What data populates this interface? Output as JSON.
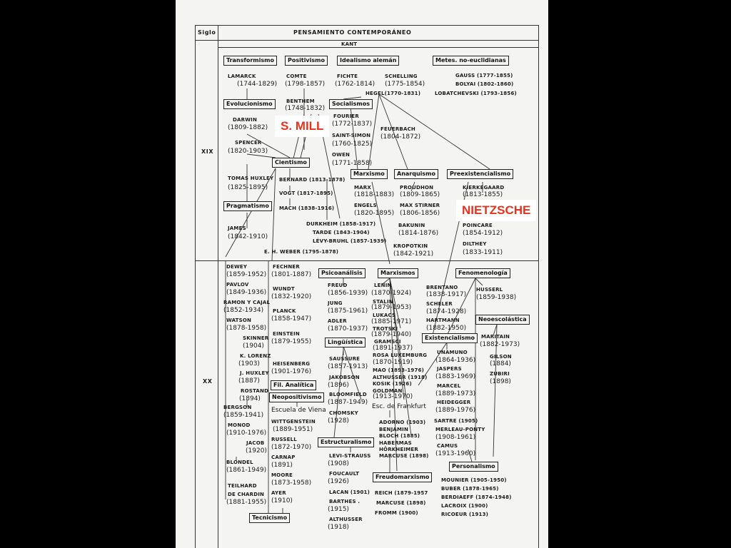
{
  "header": {
    "siglo": "Siglo",
    "title": "PENSAMIENTO CONTEMPORÁNEO",
    "kant": "KANT",
    "century_xix": "XIX",
    "century_xx": "XX"
  },
  "overlays": {
    "mill": "S. MILL",
    "nietzsche": "NIETZSCHE"
  },
  "boxes": {
    "transformismo": "Transformismo",
    "positivismo": "Positivismo",
    "idealismo": "Idealismo alemán",
    "metes": "Metes. no-euclidianas",
    "evolucionismo": "Evolucionismo",
    "socialismos": "Socialismos",
    "cientismo": "Cientismo",
    "marxismo": "Marxismo",
    "anarquismo": "Anarquismo",
    "preexistencialismo": "Preexistencialismo",
    "pragmatismo": "Pragmatismo",
    "psicoanalisis": "Psicoanálisis",
    "marxismos": "Marxismos",
    "fenomenologia": "Fenomenología",
    "neoescolastica": "Neoescolástica",
    "existencialismo": "Existencialismo",
    "linguistica": "Lingüística",
    "fil_analitica": "Fil. Analítica",
    "neopositivismo": "Neopositivismo",
    "estructuralismo": "Estructuralismo",
    "freudomarxismo": "Freudomarxismo",
    "personalismo": "Personalismo",
    "tecnicismo": "Tecnicismo"
  },
  "labels": {
    "lamarck": "LAMARCK",
    "lamarck_d": "(1744-1829)",
    "comte": "COMTE",
    "comte_d": "(1798-1857)",
    "bentham": "BENTHEM",
    "bentham_d": "(1748-1832)",
    "fichte": "FICHTE",
    "fichte_d": "(1762-1814)",
    "schelling": "SCHELLING",
    "schelling_d": "(1775-1854)",
    "hegel": "HEGEL(1770-1831)",
    "gauss": "GAUSS (1777-1855)",
    "bolyai": "BOLYAI (1802-1860)",
    "lobatchevski": "LOBATCHEVSKI (1793-1856)",
    "darwin": "DARWIN",
    "darwin_d": "(1809-1882)",
    "spencer": "SPENCER",
    "spencer_d": "(1820-1903)",
    "fourier": "FOURIER",
    "fourier_d": "(1772-1837)",
    "saintsimon": "SAINT-SIMON",
    "saintsimon_d": "(1760-1825)",
    "owen": "OWEN",
    "owen_d": "(1771-1858)",
    "feuerbach": "FEUERBACH",
    "feuerbach_d": "(1804-1872)",
    "huxley": "TOMAS HUXLEY",
    "huxley_d": "(1825-1895)",
    "bernard": "BERNARD (1813-1878)",
    "vogt": "VOGT (1817-1895)",
    "mach": "MACH (1838-1916)",
    "marx": "MARX",
    "marx_d": "(1818-1883)",
    "engels": "ENGELS",
    "engels_d": "(1820-1895)",
    "proudhon": "PROUDHON",
    "proudhon_d": "(1809-1865)",
    "stirner": "MAX STIRNER",
    "stirner_d": "(1806-1856)",
    "bakunin": "BAKUNIN",
    "bakunin_d": "(1814-1876)",
    "kropotkin": "KROPOTKIN",
    "kropotkin_d": "(1842-1921)",
    "kierkegaard": "KIERKEGAARD",
    "kierkegaard_d": "(1813-1855)",
    "poincare": "POINCARE",
    "poincare_d": "(1854-1912)",
    "dilthey": "DILTHEY",
    "dilthey_d": "(1833-1911)",
    "james": "JAMES",
    "james_d": "(1842-1910)",
    "durkheim": "DURKHEIM (1858-1917)",
    "tarde": "TARDE (1843-1904)",
    "levybruhl": "LÉVY-BRUHL (1857-1939)",
    "weber": "E. H. WEBER (1795-1878)",
    "dewey": "DEWEY",
    "dewey_d": "(1859-1952)",
    "pavlov": "PAVLOV",
    "pavlov_d": "(1849-1936)",
    "ramon": "RAMON Y CAJAL",
    "ramon_d": "(1852-1934)",
    "watson": "WATSON",
    "watson_d": "(1878-1958)",
    "skinner": "SKINNER",
    "skinner_d": "(1904)",
    "lorenz": "K. LORENZ",
    "lorenz_d": "(1903)",
    "jhuxley": "J. HUXLEY",
    "jhuxley_d": "(1887)",
    "rostand": "ROSTAND",
    "rostand_d": "(1894)",
    "bergson": "BERGSON",
    "bergson_d": "(1859-1941)",
    "monod": "MONOD",
    "monod_d": "(1910-1976)",
    "jacob": "JACOB",
    "jacob_d": "(1920)",
    "blondel": "BLONDEL",
    "blondel_d": "(1861-1949)",
    "teilhard": "TEILHARD",
    "dechardin": "DE CHARDIN",
    "teilhard_d": "(1881-1955)",
    "fechner": "FECHNER",
    "fechner_d": "(1801-1887)",
    "wundt": "WUNDT",
    "wundt_d": "(1832-1920)",
    "planck": "PLANCK",
    "planck_d": "(1858-1947)",
    "einstein": "EINSTEIN",
    "einstein_d": "(1879-1955)",
    "heisenberg": "HEISENBERG",
    "heisenberg_d": "(1901-1976)",
    "viena": "Escuela de Viena",
    "wittgenstein": "WITTGENSTEIN",
    "wittgenstein_d": "(1889-1951)",
    "russell": "RUSSELL",
    "russell_d": "(1872-1970)",
    "carnap": "CARNAP",
    "carnap_d": "(1891)",
    "moore": "MOORE",
    "moore_d": "(1873-1958)",
    "ayer": "AYER",
    "ayer_d": "(1910)",
    "freud": "FREUD",
    "freud_d": "(1856-1939)",
    "jung": "JUNG",
    "jung_d": "(1875-1961)",
    "adler": "ADLER",
    "adler_d": "(1870-1937)",
    "saussure": "SAUSSURE",
    "saussure_d": "(1857-1913)",
    "jakobson": "JAKOBSON",
    "jakobson_d": "(1896)",
    "bloomfield": "BLOOMFIELD",
    "bloomfield_d": "(1887-1949)",
    "chomsky": "CHOMSKY",
    "chomsky_d": "(1928)",
    "levistrauss": "LEVI-STRAUSS",
    "levistrauss_d": "(1908)",
    "foucault": "FOUCAULT",
    "foucault_d": "(1926)",
    "lacan": "LACAN (1901)",
    "barthes": "BARTHES .",
    "barthes_d": "(1915)",
    "althusser2": "ALTHUSSER",
    "althusser2_d": "(1918)",
    "lenin": "LENIN",
    "lenin_d": "(1870-1924)",
    "stalin": "STALIN",
    "stalin_d": "(1879-1953)",
    "lukacs": "LUKACS",
    "lukacs_d": "(1885-1971)",
    "trotski": "TROTSKI",
    "trotski_d": "(1879-1940)",
    "gramsci": "GRAMSCI",
    "gramsci_d": "(1891-1937)",
    "rosa": "ROSA LUXEMBURG",
    "rosa_d": "(1870-1919)",
    "mao": "MAO (1893-1976)",
    "althusser": "ALTHUSSER (1918)",
    "kosik": "KOSIK (1926)",
    "goldman": "GOLDMAN",
    "goldman_d": "(1913-1970)",
    "frankfurt": "Esc. de Frankfurt",
    "adorno": "ADORNO (1903)",
    "benjamin": "BENJAMIN",
    "bloch": "BLOCH (1885)",
    "habermas": "HABERMAS",
    "horkheimer": "HÖRKHEIMER",
    "marcuse": "MARCUSE (1898)",
    "reich": "REICH (1879-1957",
    "marcuse2": "MARCUSE (1898)",
    "fromm": "FROMM (1900)",
    "brentano": "BRENTANO",
    "brentano_d": "(1838-1917)",
    "scheler": "SCHELER",
    "scheler_d": "(1874-1928)",
    "hartmann": "HARTMANN",
    "hartmann_d": "(1882-1950)",
    "husserl": "HUSSERL",
    "husserl_d": "(1859-1938)",
    "maritain": "MARITAIN",
    "maritain_d": "(1882-1973)",
    "gilson": "GILSON",
    "gilson_d": "(1884)",
    "zubiri": "ZUBIRI",
    "zubiri_d": "(1898)",
    "unamuno": "UNAMUNO",
    "unamuno_d": "(1864-1936)",
    "jaspers": "JASPERS",
    "jaspers_d": "(1883-1969)",
    "marcel": "MARCEL",
    "marcel_d": "(1889-1973)",
    "heidegger": "HEIDEGGER",
    "heidegger_d": "(1889-1976)",
    "sartre": "SARTRE (1905)",
    "merleau": "MERLEAU-PONTY",
    "merleau_d": "(1908-1961)",
    "camus": "CAMUS",
    "camus_d": "(1913-1960)",
    "mounier": "MOUNIER (1905-1950)",
    "buber": "BUBER (1878-1965)",
    "berdiaeff": "BERDIAEFF (1874-1948)",
    "lacroix": "LACROIX (1900)",
    "ricoeur": "RICOEUR (1913)"
  },
  "colors": {
    "overlay_text": "#e8321e",
    "page": "#f4f4f2",
    "background": "#000000"
  }
}
